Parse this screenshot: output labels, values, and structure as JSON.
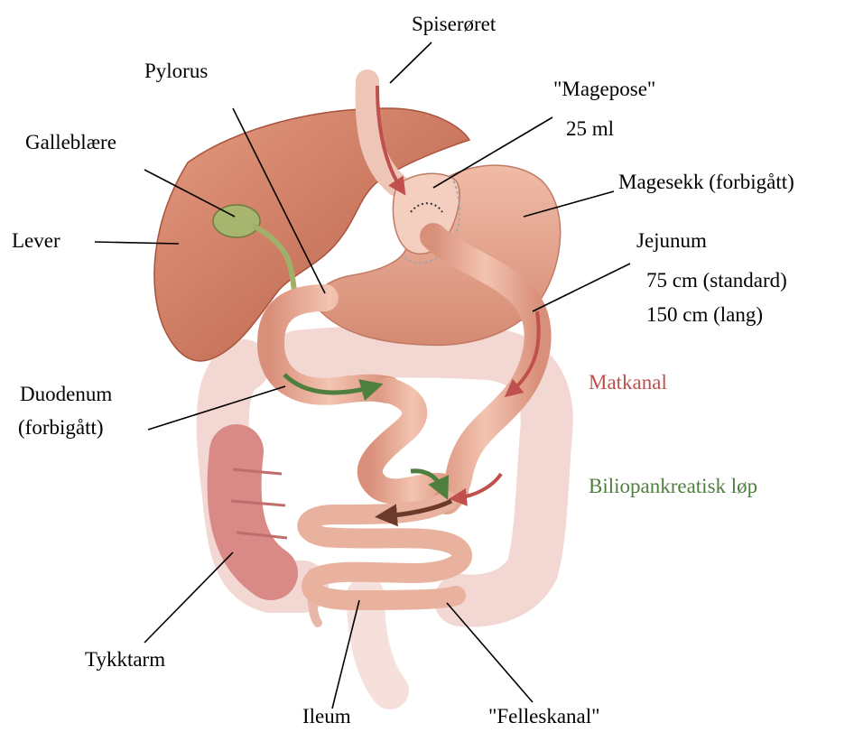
{
  "labels": {
    "spiseroret": "Spiserøret",
    "pylorus": "Pylorus",
    "magepose_title": "\"Magepose\"",
    "magepose_volume": "25 ml",
    "galleblaere": "Galleblære",
    "magesekk": "Magesekk (forbigått)",
    "lever": "Lever",
    "jejunum_title": "Jejunum",
    "jejunum_standard": "75 cm (standard)",
    "jejunum_long": "150 cm (lang)",
    "duodenum_title": "Duodenum",
    "duodenum_note": "(forbigått)",
    "tykktarm": "Tykktarm",
    "ileum": "Ileum",
    "felleskanal": "\"Felleskanal\""
  },
  "legend": {
    "matkanal": "Matkanal",
    "biliopankreatisk": "Biliopankreatisk løp"
  },
  "colors": {
    "matkanal": "#c0504d",
    "biliopankreatisk": "#4f7f3f",
    "organ_tissue": "#d98f78",
    "liver": "#c96f55",
    "colon_faded": "#f1d3cf",
    "label_text": "#000000"
  }
}
